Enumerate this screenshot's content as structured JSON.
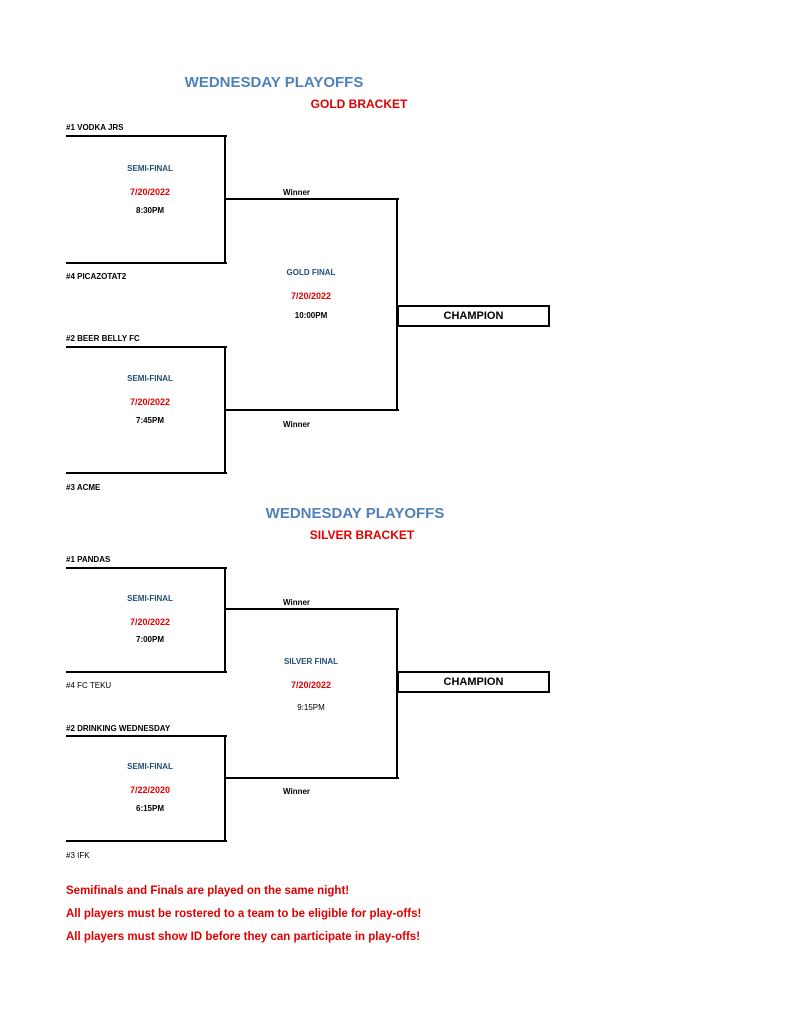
{
  "gold": {
    "title": "WEDNESDAY PLAYOFFS",
    "bracket": "GOLD BRACKET",
    "semi1": {
      "team_top": "#1 VODKA JRS",
      "team_bottom": "#4 PICAZOTAT2",
      "label": "SEMI-FINAL",
      "date": "7/20/2022",
      "time": "8:30PM",
      "winner": "Winner"
    },
    "semi2": {
      "team_top": "#2 BEER BELLY FC",
      "team_bottom": "#3 ACME",
      "label": "SEMI-FINAL",
      "date": "7/20/2022",
      "time": "7:45PM",
      "winner": "Winner"
    },
    "final": {
      "label": "GOLD FINAL",
      "date": "7/20/2022",
      "time": "10:00PM"
    },
    "champion": "CHAMPION"
  },
  "silver": {
    "title": "WEDNESDAY PLAYOFFS",
    "bracket": "SILVER BRACKET",
    "semi1": {
      "team_top": "#1 PANDAS",
      "team_bottom": "#4  FC TEKU",
      "label": "SEMI-FINAL",
      "date": "7/20/2022",
      "time": "7:00PM",
      "winner": "Winner"
    },
    "semi2": {
      "team_top": "#2 DRINKING WEDNESDAY",
      "team_bottom": "#3 IFK",
      "label": "SEMI-FINAL",
      "date": "7/22/2020",
      "time": "6:15PM",
      "winner": "Winner"
    },
    "final": {
      "label": "SILVER FINAL",
      "date": "7/20/2022",
      "time": "9:15PM"
    },
    "champion": "CHAMPION"
  },
  "notes": [
    "Semifinals and Finals are played on the same night!",
    "All players must be rostered to a team to be eligible for play-offs!",
    "All players must show ID before they can participate in play-offs!"
  ]
}
